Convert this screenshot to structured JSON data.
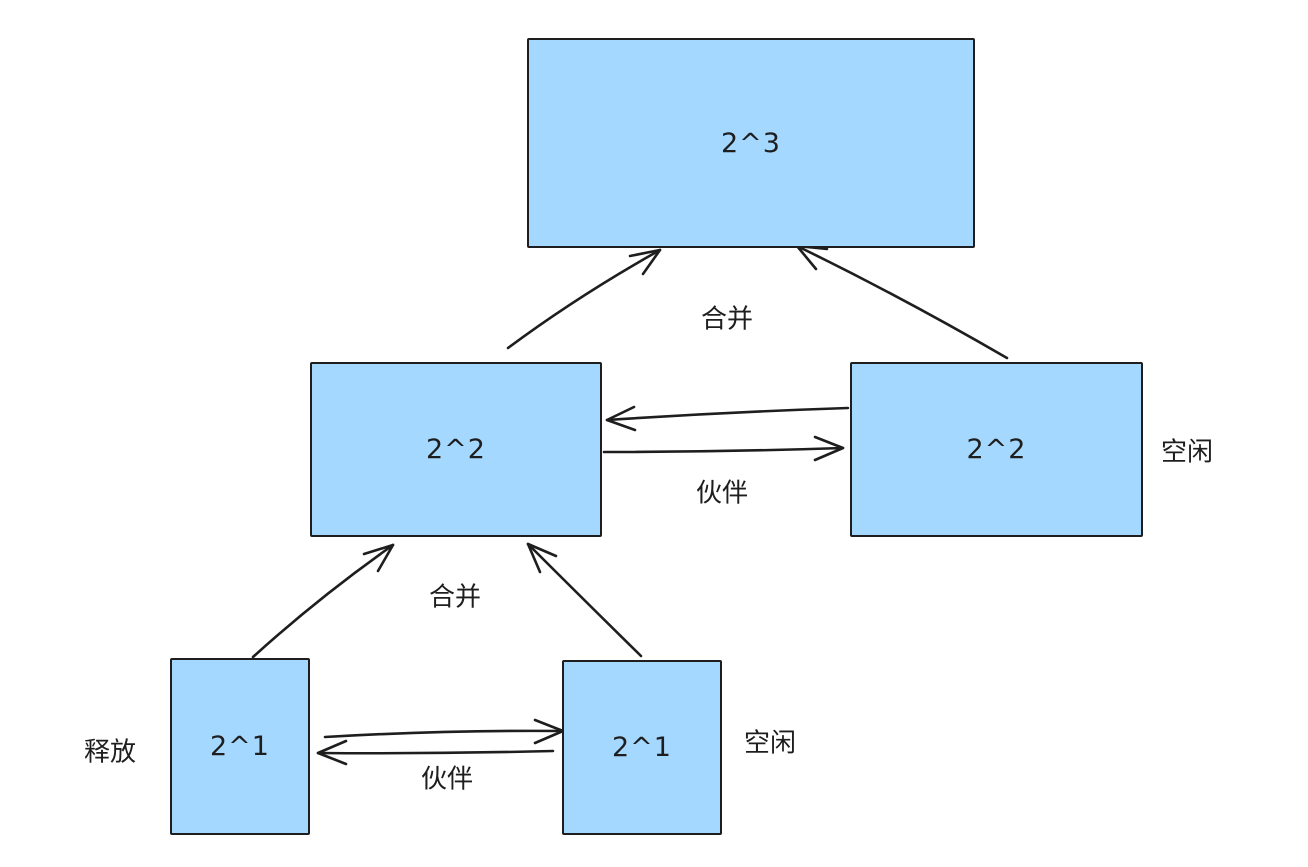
{
  "diagram": {
    "type": "buddy-memory-allocation-diagram",
    "background_color": "#ffffff",
    "node_fill_color": "#a5d8ff",
    "node_border_color": "#1e1e1e",
    "arrow_color": "#1e1e1e",
    "nodes": {
      "top": {
        "label": "2^3"
      },
      "mid_left": {
        "label": "2^2"
      },
      "mid_right": {
        "label": "2^2"
      },
      "bottom_left": {
        "label": "2^1"
      },
      "bottom_right": {
        "label": "2^1"
      }
    },
    "annotations": {
      "merge_top": "合并",
      "merge_bottom": "合并",
      "buddy_mid": "伙伴",
      "buddy_bottom": "伙伴",
      "free_mid": "空闲",
      "free_bottom": "空闲",
      "release_left": "释放"
    },
    "relations": [
      "mid_left + mid_right --merge--> top",
      "bottom_left + bottom_right --merge--> mid_left",
      "mid_left <--buddy--> mid_right",
      "bottom_left <--buddy--> bottom_right"
    ]
  }
}
